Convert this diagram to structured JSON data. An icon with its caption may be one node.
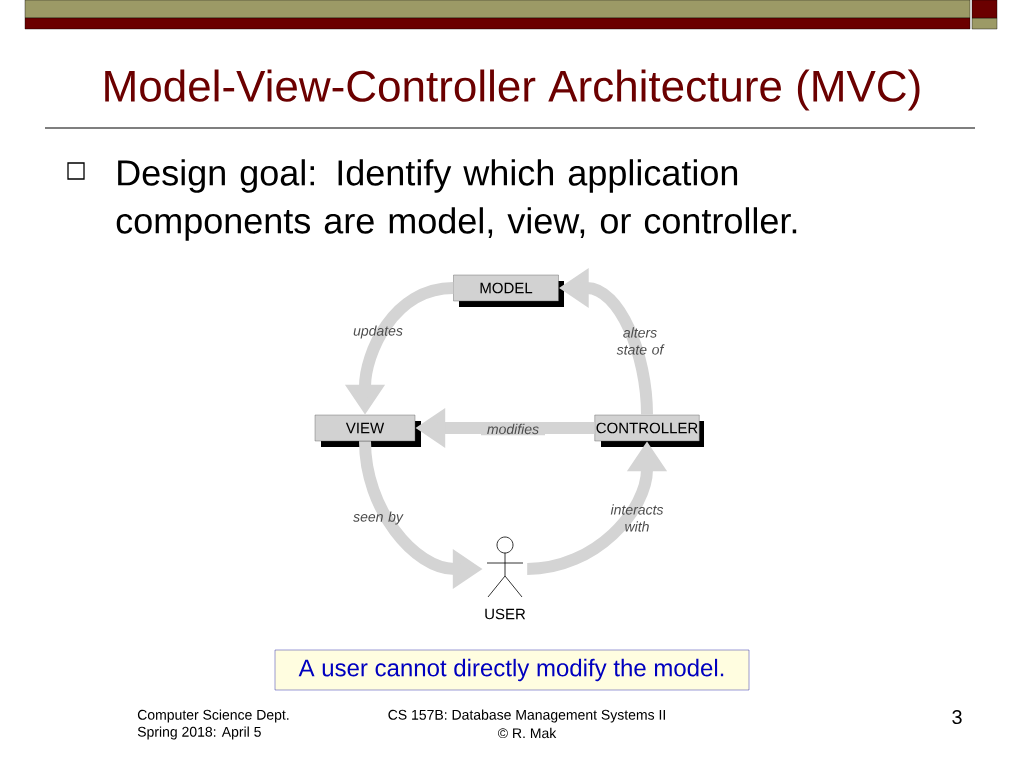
{
  "diagram": {
    "title": "Model-View-Controller Architecture (MVC)",
    "nodes": [
      {
        "text": [
          "MODEL"
        ]
      },
      {
        "text": [
          "VIEW"
        ]
      },
      {
        "text": [
          "CONTROLLER"
        ]
      },
      {
        "text": [
          "USER"
        ]
      },
      {
        "text": [
          "A user cannot directly modify the model."
        ]
      }
    ],
    "edges": [
      {
        "from": 0,
        "to": 1,
        "arrow": "to",
        "label": "updates"
      },
      {
        "from": 2,
        "to": 0,
        "arrow": "to",
        "label": "alters state of"
      },
      {
        "from": 2,
        "to": 1,
        "arrow": "to",
        "label": "modifies"
      },
      {
        "from": 1,
        "to": 3,
        "arrow": "to",
        "label": "seen by"
      },
      {
        "from": 3,
        "to": 2,
        "arrow": "to",
        "label": "interacts with"
      }
    ],
    "labels": [
      "Design goal: Identify which application components are model, view, or controller.",
      "Computer Science Dept.",
      "Spring 2018: April 5",
      "CS 157B: Database Management Systems II",
      "© R. Mak",
      "3"
    ]
  }
}
